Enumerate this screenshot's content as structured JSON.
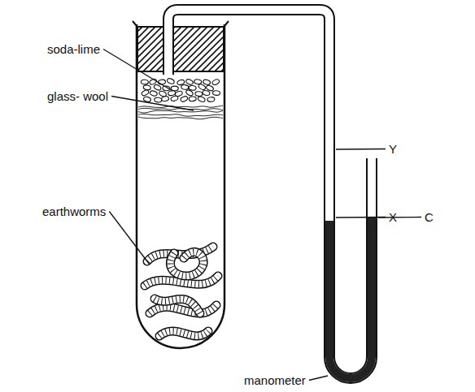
{
  "diagram": {
    "labels": [
      "soda-lime",
      "glass- wool",
      "Y",
      "X",
      "C",
      "earthworms",
      "manometer"
    ]
  }
}
